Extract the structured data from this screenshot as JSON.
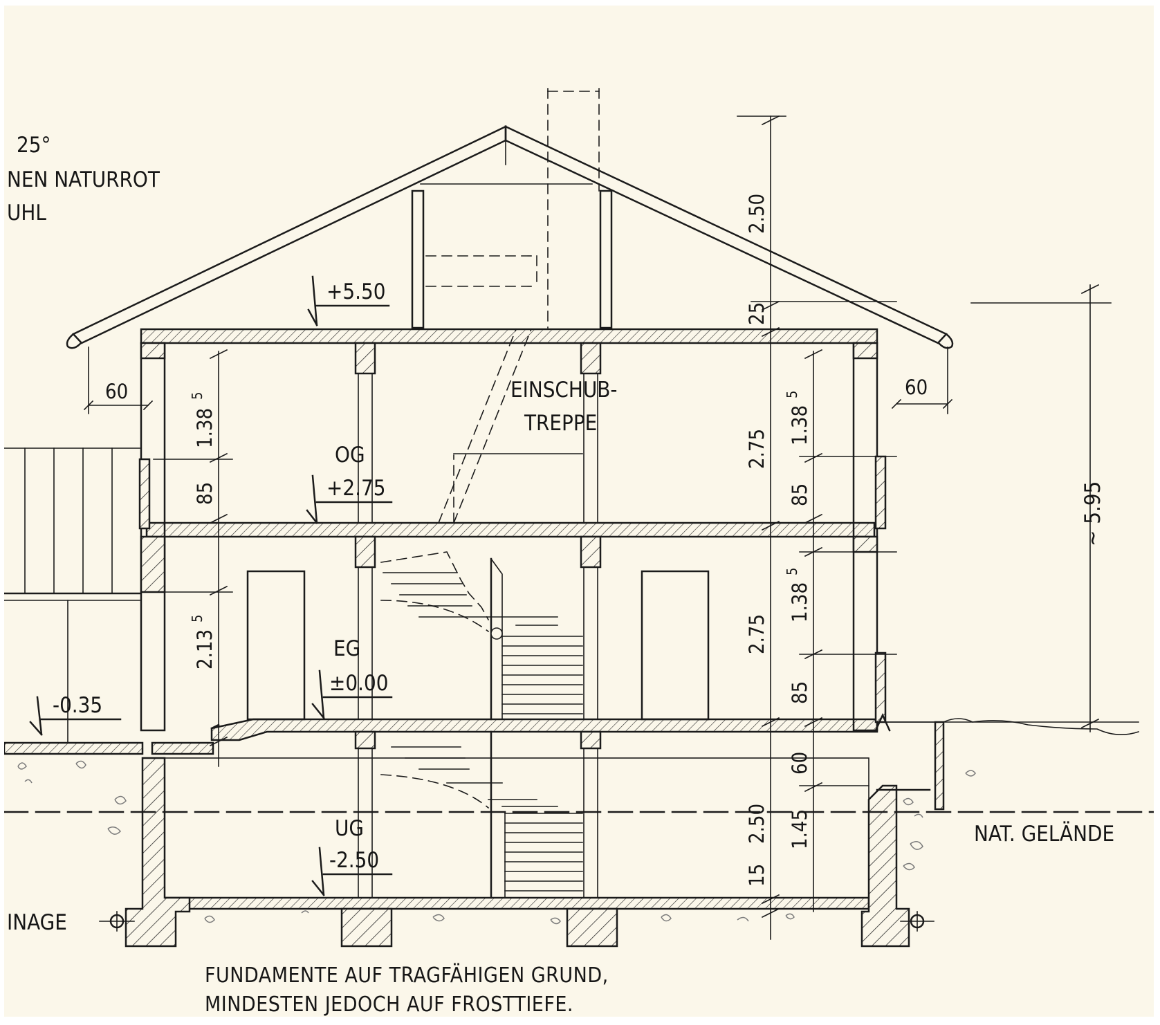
{
  "drawing": {
    "notes_top_left": [
      "25°",
      "NEN NATURROT",
      "UHL"
    ],
    "levels": {
      "roof": "+5.50",
      "og_name": "OG",
      "og_level": "+2.75",
      "eg_name": "EG",
      "eg_level": "±0.00",
      "ug_name": "UG",
      "ug_level": "-2.50",
      "terrace": "-0.35"
    },
    "stair_label": [
      "EINSCHUB-",
      "TREPPE"
    ],
    "overhang_left": "60",
    "overhang_right": "60",
    "dim_left": {
      "og_upper": "1.38",
      "og_upper_sup": "5",
      "og_parapet": "85",
      "eg_upper": "2.13",
      "eg_upper_sup": "5"
    },
    "dim_center": {
      "roof_height": "2.50",
      "roof_slab": "25",
      "og_height": "2.75",
      "eg_height": "2.75",
      "ug_height": "2.50",
      "foundation": "15"
    },
    "dim_right": {
      "og_upper": "1.38",
      "og_upper_sup": "5",
      "og_parapet": "85",
      "eg_upper": "1.38",
      "eg_upper_sup": "5",
      "eg_parapet": "85",
      "ug_upper": "60",
      "ug_lower": "1.45"
    },
    "total_height": "~ 5.95",
    "terrain_label": "NAT. GELÄNDE",
    "drainage_label": "INAGE",
    "foundation_note": [
      "FUNDAMENTE AUF TRAGFÄHIGEN GRUND,",
      "MINDESTEN JEDOCH AUF FROSTTIEFE."
    ]
  }
}
